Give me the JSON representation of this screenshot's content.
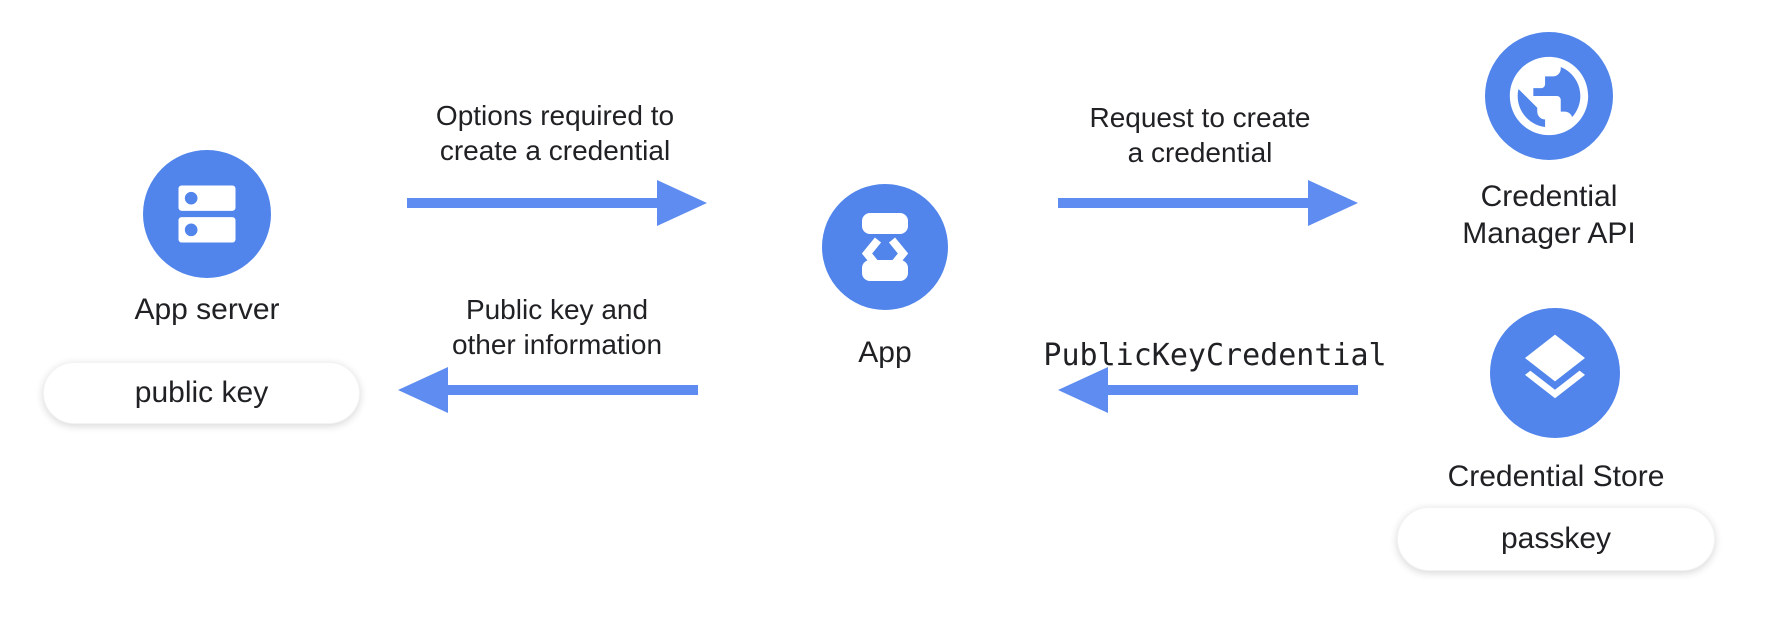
{
  "diagram": {
    "title_semantic": "Passkey credential creation flow",
    "colors": {
      "node_blue": "#5185ec",
      "arrow_blue": "#5e8cf0",
      "text": "#202124",
      "pill_bg": "#ffffff",
      "canvas_bg": "#ffffff"
    },
    "nodes": {
      "app_server": {
        "label": "App server",
        "icon": "server-icon",
        "badge": "public key"
      },
      "app": {
        "label": "App",
        "icon": "phone-code-icon"
      },
      "credential_manager_api": {
        "label_line1": "Credential",
        "label_line2": "Manager API",
        "icon": "globe-icon"
      },
      "credential_store": {
        "label": "Credential Store",
        "icon": "layers-icon",
        "badge": "passkey"
      }
    },
    "flows": {
      "options": {
        "direction": "right",
        "label_line1": "Options required to",
        "label_line2": "create a credential"
      },
      "request": {
        "direction": "right",
        "label_line1": "Request to create",
        "label_line2": "a credential"
      },
      "public_key_return": {
        "direction": "left",
        "label_line1": "Public key and",
        "label_line2": "other information"
      },
      "public_key_credential": {
        "direction": "left",
        "label": "PublicKeyCredential"
      }
    }
  }
}
